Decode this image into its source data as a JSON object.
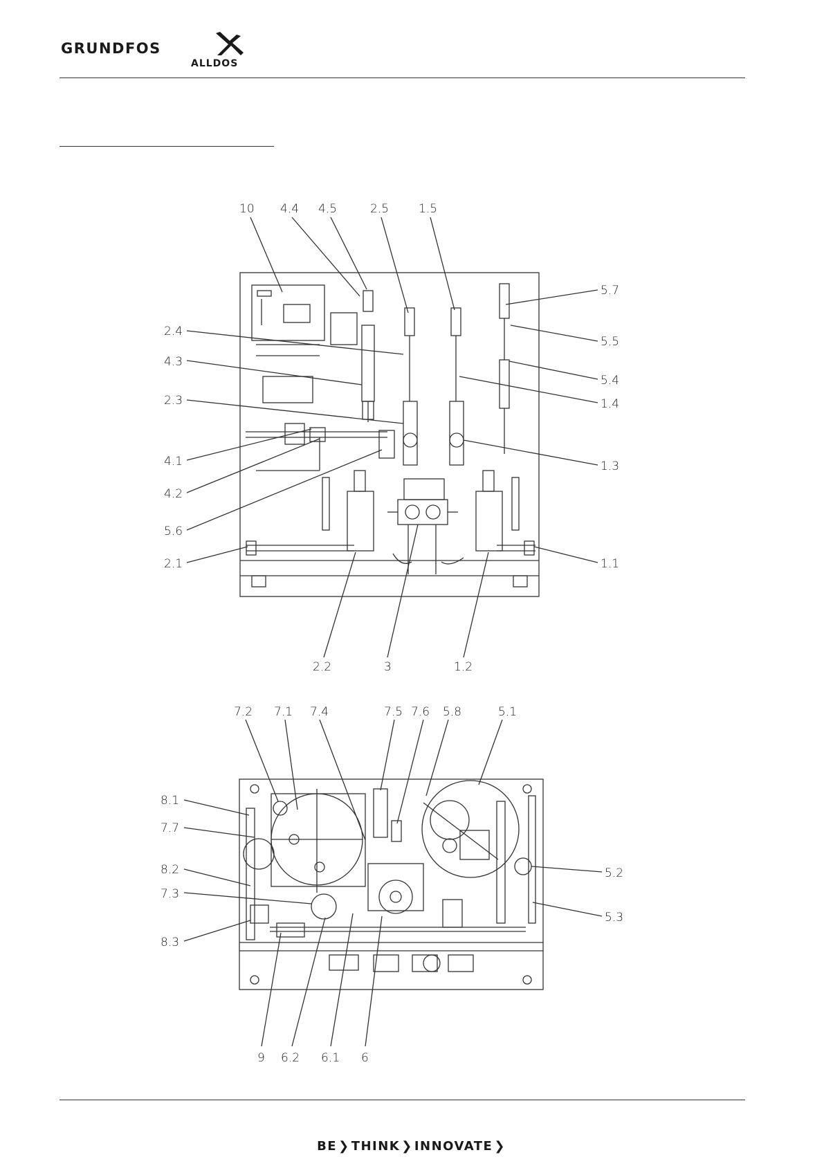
{
  "header": {
    "brand": "GRUNDFOS",
    "registered": "®",
    "sub_brand": "ALLDOS",
    "mark_icon": "grundfos-x-mark-icon"
  },
  "footer": {
    "slogan_parts": [
      "BE",
      "THINK",
      "INNOVATE"
    ],
    "chevron_icon": "chevron-right-icon"
  },
  "front_view_labels": {
    "top": [
      "10",
      "4.4",
      "4.5",
      "2.5",
      "1.5"
    ],
    "left": [
      "2.4",
      "4.3",
      "2.3",
      "4.1",
      "4.2",
      "5.6",
      "2.1"
    ],
    "right": [
      "5.7",
      "5.5",
      "5.4",
      "1.4",
      "1.3",
      "1.1"
    ],
    "bottom": [
      "2.2",
      "3",
      "1.2"
    ]
  },
  "top_view_labels": {
    "top": [
      "7.2",
      "7.1",
      "7.4",
      "7.5",
      "7.6",
      "5.8",
      "5.1"
    ],
    "left": [
      "8.1",
      "7.7",
      "8.2",
      "7.3",
      "8.3"
    ],
    "right": [
      "5.2",
      "5.3"
    ],
    "bottom": [
      "9",
      "6.2",
      "6.1",
      "6"
    ]
  },
  "colors": {
    "line": "#333333",
    "text": "#222222",
    "background": "#ffffff"
  }
}
